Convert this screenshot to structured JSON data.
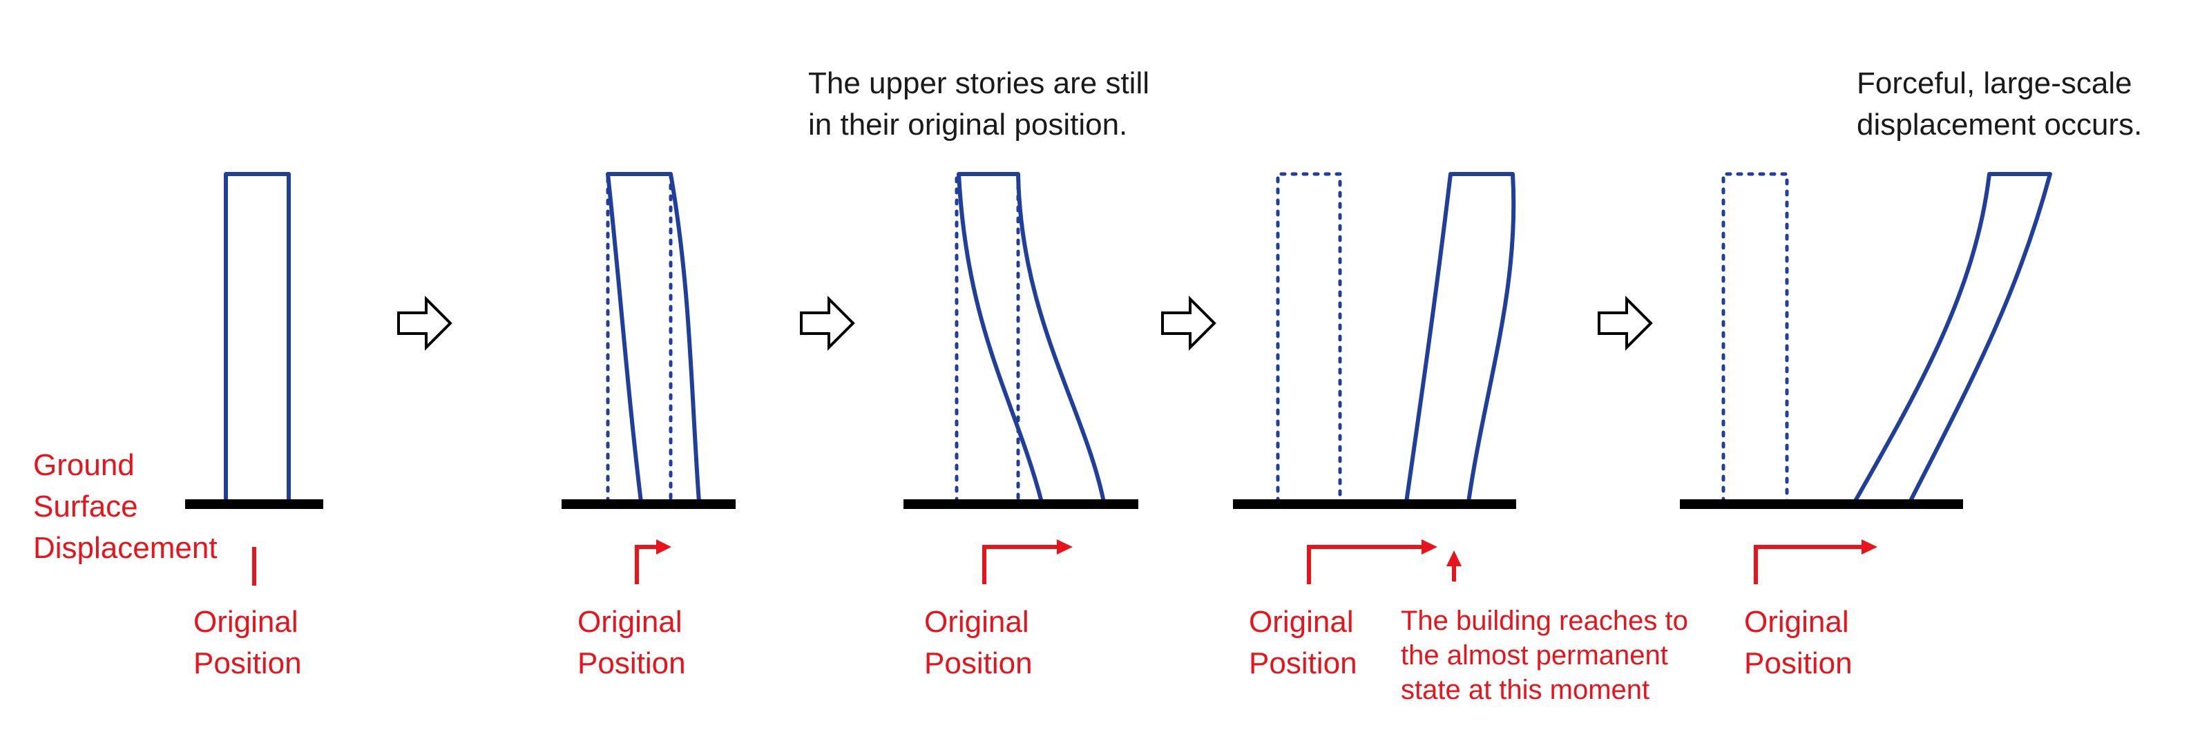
{
  "colors": {
    "building": "#1f3f9a",
    "ground": "#000000",
    "annotation_red": "#e8141b",
    "text": "#1a1a1a"
  },
  "notes": {
    "upper_stories": [
      "The upper stories are still",
      "in their original position."
    ],
    "forceful": [
      "Forceful, large-scale",
      "displacement occurs."
    ]
  },
  "ground_label": [
    "Ground",
    "Surface",
    "Displacement"
  ],
  "position_label": [
    "Original",
    "Position"
  ],
  "permanent_note": [
    "The building reaches to",
    "the almost permanent",
    "state at this moment"
  ],
  "stages": [
    {
      "id": 1,
      "name": "initial"
    },
    {
      "id": 2,
      "name": "slight-deform"
    },
    {
      "id": 3,
      "name": "base-shifted"
    },
    {
      "id": 4,
      "name": "near-permanent"
    },
    {
      "id": 5,
      "name": "large-displacement"
    }
  ],
  "step_arrow_icon": "hollow-right-arrow-icon"
}
